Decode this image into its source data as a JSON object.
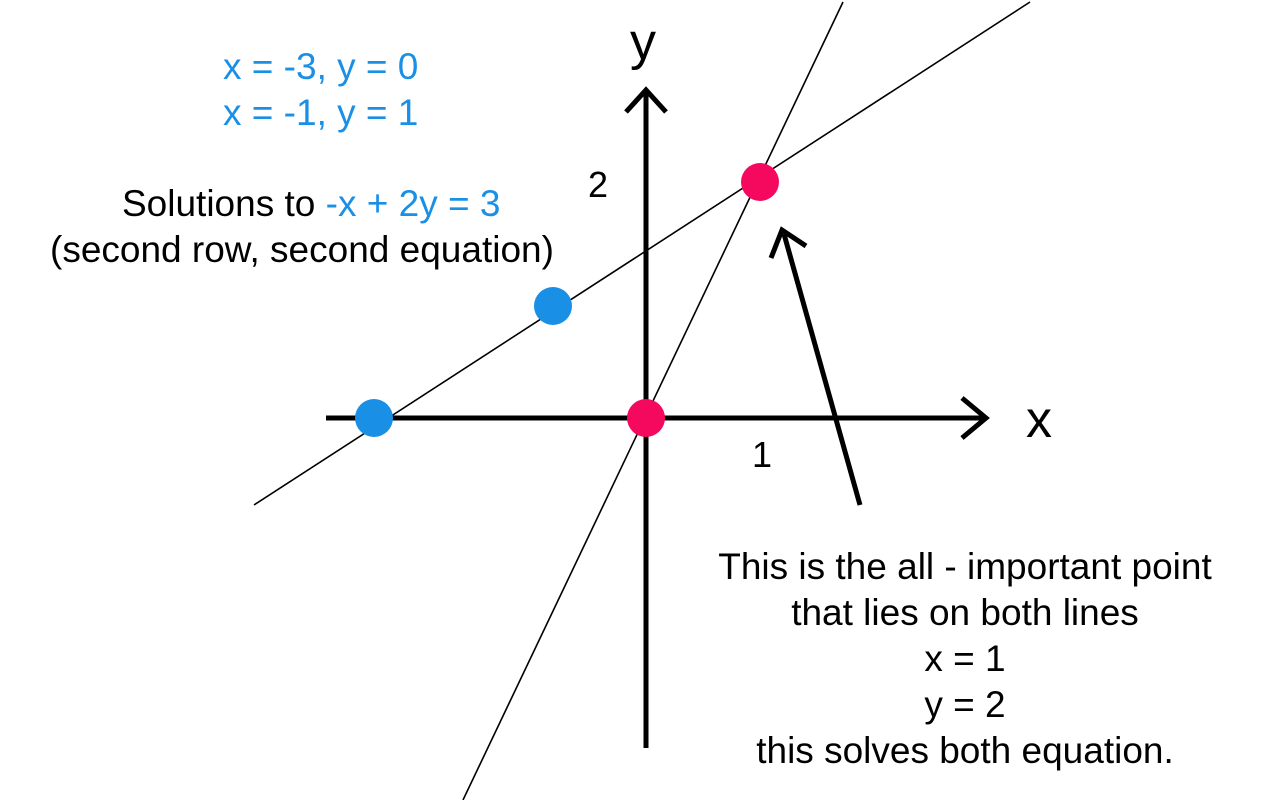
{
  "axes": {
    "x_label": "x",
    "y_label": "y",
    "x_tick": "1",
    "y_tick": "2"
  },
  "blue_points_text": {
    "line1": "x = -3, y = 0",
    "line2": "x = -1, y = 1"
  },
  "solutions_label": {
    "prefix": "Solutions to ",
    "equation": "-x + 2y = 3",
    "line2": "(second row, second equation)"
  },
  "callout": {
    "line1": "This is the all - important point",
    "line2": "that lies on both lines",
    "line3": "x = 1",
    "line4": "y = 2",
    "line5": "this solves both equation."
  },
  "colors": {
    "blue": "#1a8fe6",
    "magenta": "#f5095f",
    "axis": "#000000"
  }
}
